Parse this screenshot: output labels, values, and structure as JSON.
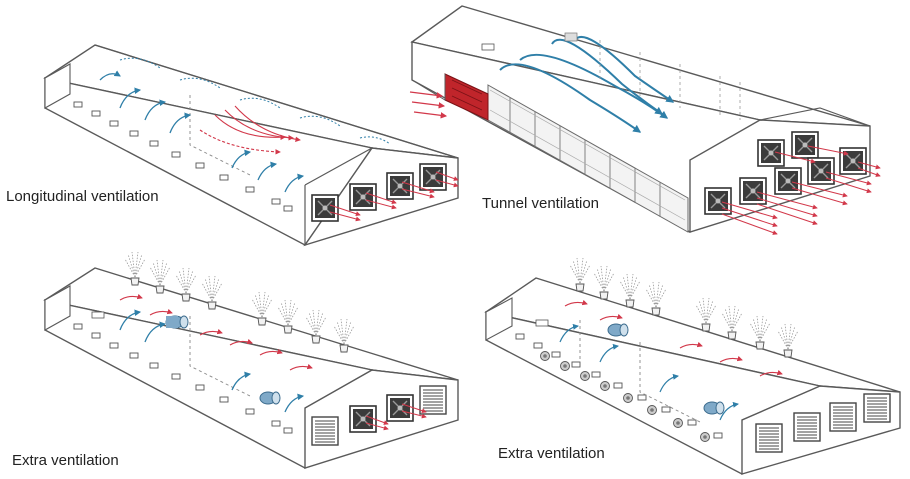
{
  "panels": [
    {
      "id": "longitudinal",
      "caption": "Longitudinal ventilation"
    },
    {
      "id": "tunnel",
      "caption": "Tunnel ventilation"
    },
    {
      "id": "extra-1",
      "caption": "Extra ventilation"
    },
    {
      "id": "extra-2",
      "caption": "Extra ventilation"
    }
  ],
  "colors": {
    "outline": "#5a5a5a",
    "airflow_cold": "#2f7fa8",
    "airflow_warm": "#d2384a",
    "fan_dark": "#2a2a2a",
    "tunnel_inlet": "#c0252b",
    "mist": "#9a9a9a"
  }
}
